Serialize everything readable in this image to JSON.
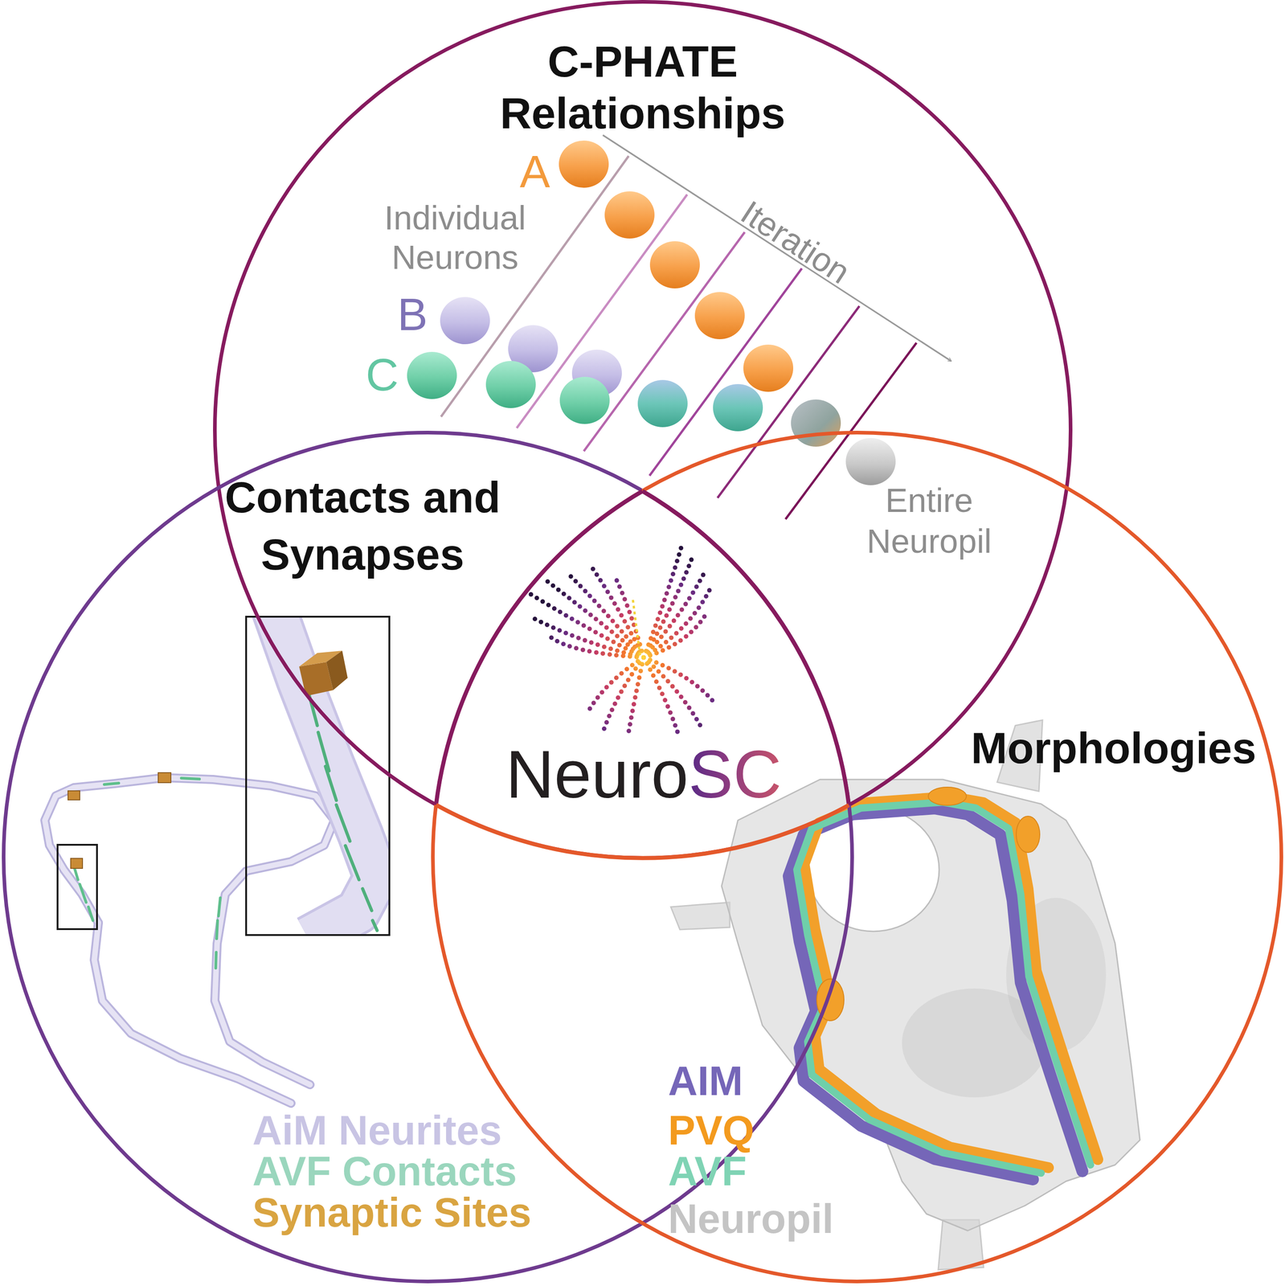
{
  "diagram": {
    "nodes": [
      {
        "text": [
          "C-PHATE Relationships",
          "A",
          "Individual Neurons",
          "B",
          "C",
          "Iteration",
          "Entire Neuropil"
        ]
      },
      {
        "text": [
          "Contacts and Synapses",
          "AiM Neurites",
          "AVF Contacts",
          "Synaptic Sites"
        ]
      },
      {
        "text": [
          "Morphologies",
          "AIM",
          "PVQ",
          "AVF",
          "Neuropil"
        ]
      },
      {
        "text": [
          "NeuroSC"
        ]
      }
    ]
  }
}
